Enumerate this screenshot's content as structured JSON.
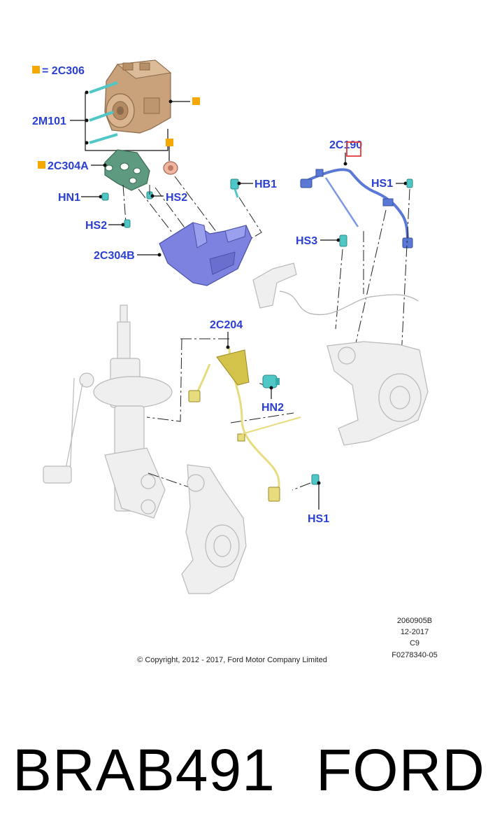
{
  "diagram": {
    "colors": {
      "callout_text": "#2a3fd1",
      "legend_marker": "#f5a800",
      "hydraulic_unit": "#c9a27c",
      "bracket_a": "#5e9a7f",
      "bracket_b": "#7d82e0",
      "front_sensor": "#e6dc7e",
      "rear_sensor": "#5a78d6",
      "fasteners": "#4fc7c7",
      "ghost_parts": "#efefef",
      "highlight_box": "#e23b3b"
    },
    "legend": {
      "equals_text": "= 2C306"
    },
    "callouts": {
      "c_2m101": "2M101",
      "c_2c304a": "2C304A",
      "c_hn1": "HN1",
      "c_hs2_left": "HS2",
      "c_hs2_lower": "HS2",
      "c_2c304b": "2C304B",
      "c_hb1": "HB1",
      "c_2c190": "2C190",
      "c_hs1_top": "HS1",
      "c_hs3": "HS3",
      "c_2c204": "2C204",
      "c_hn2": "HN2",
      "c_hs1_bottom": "HS1"
    },
    "meta": {
      "code": "2060905B",
      "date": "12-2017",
      "rev": "C9",
      "figure": "F0278340-05",
      "copyright": "© Copyright, 2012 - 2017, Ford Motor Company Limited"
    }
  },
  "footer": {
    "part_number": "BRAB491",
    "brand": "FORD"
  }
}
